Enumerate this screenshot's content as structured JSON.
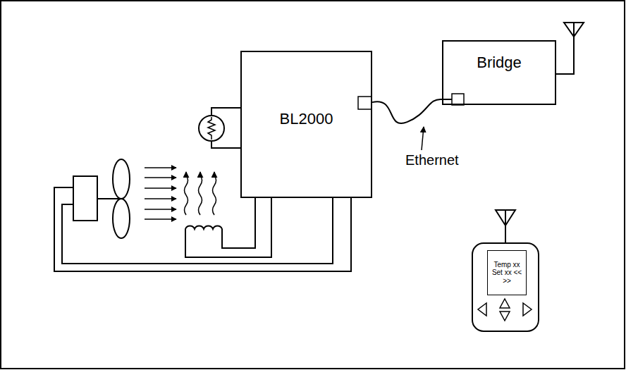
{
  "diagram": {
    "nodes": [
      {
        "text": [
          "BL2000"
        ]
      },
      {
        "text": [
          "Bridge"
        ]
      },
      {
        "text": [
          "Temp xx Set xx << >>"
        ]
      }
    ],
    "edges": [
      {
        "from": 0,
        "to": 1,
        "arrow": "none"
      }
    ],
    "labels": [
      "Ethernet"
    ]
  }
}
